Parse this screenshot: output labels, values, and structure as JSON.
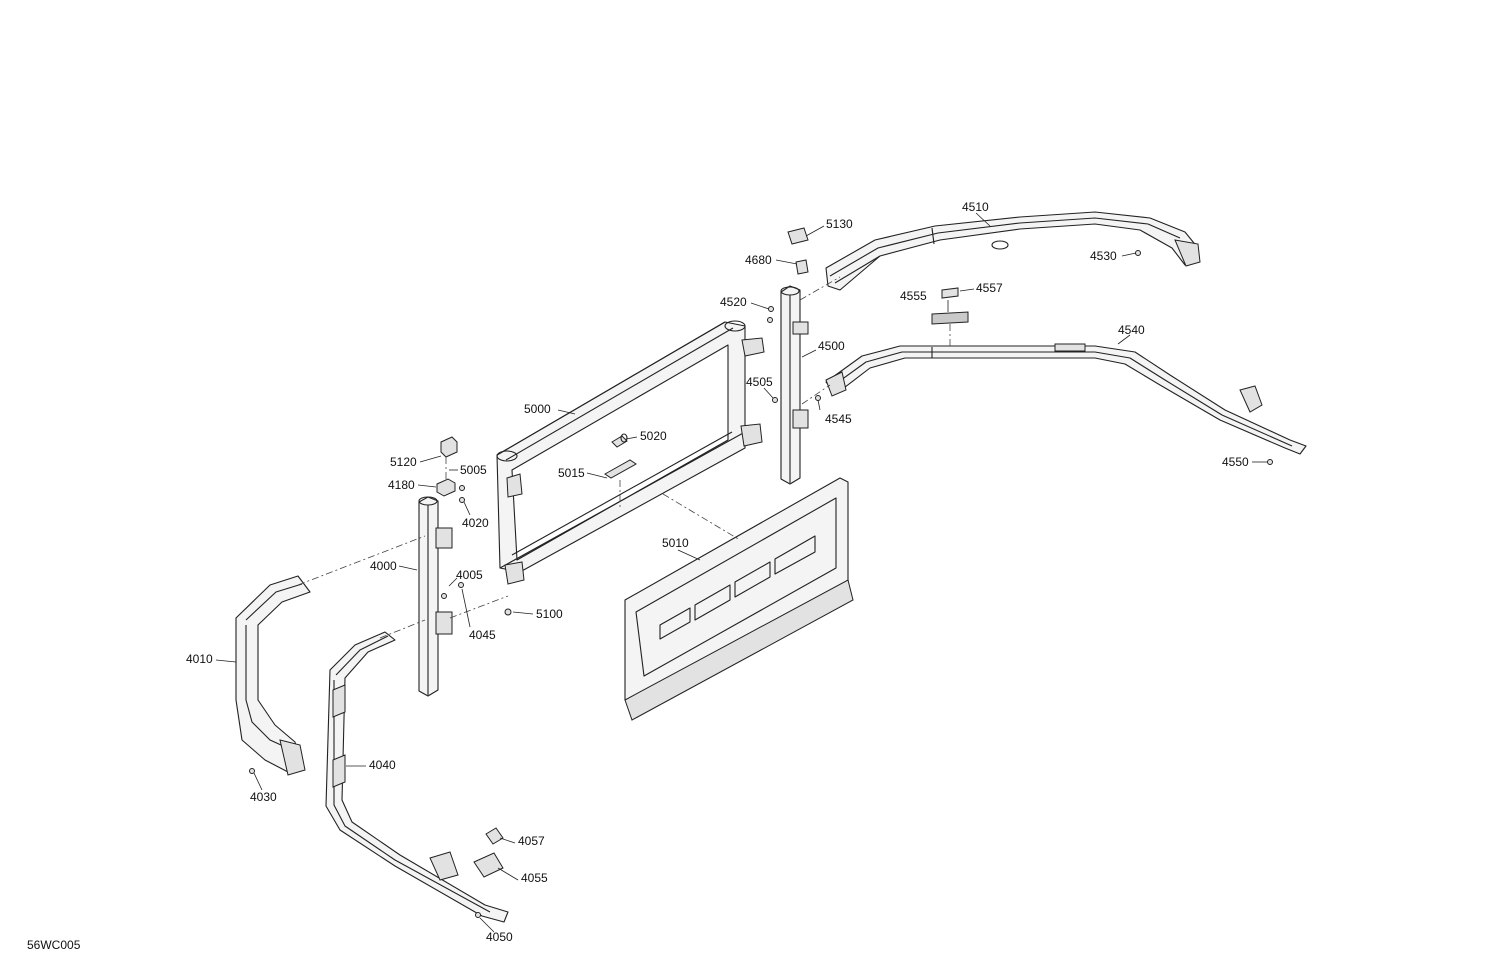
{
  "diagram": {
    "reference_code": "56WC005",
    "callouts": [
      {
        "id": "4510",
        "label": "4510"
      },
      {
        "id": "5130",
        "label": "5130"
      },
      {
        "id": "4680",
        "label": "4680"
      },
      {
        "id": "4530",
        "label": "4530"
      },
      {
        "id": "4557",
        "label": "4557"
      },
      {
        "id": "4555",
        "label": "4555"
      },
      {
        "id": "4520",
        "label": "4520"
      },
      {
        "id": "4540",
        "label": "4540"
      },
      {
        "id": "4500",
        "label": "4500"
      },
      {
        "id": "4505",
        "label": "4505"
      },
      {
        "id": "5000",
        "label": "5000"
      },
      {
        "id": "4545",
        "label": "4545"
      },
      {
        "id": "5020",
        "label": "5020"
      },
      {
        "id": "5120",
        "label": "5120"
      },
      {
        "id": "5005",
        "label": "5005"
      },
      {
        "id": "5015",
        "label": "5015"
      },
      {
        "id": "4550",
        "label": "4550"
      },
      {
        "id": "4180",
        "label": "4180"
      },
      {
        "id": "4020",
        "label": "4020"
      },
      {
        "id": "5010",
        "label": "5010"
      },
      {
        "id": "4000",
        "label": "4000"
      },
      {
        "id": "4005",
        "label": "4005"
      },
      {
        "id": "5100",
        "label": "5100"
      },
      {
        "id": "4045",
        "label": "4045"
      },
      {
        "id": "4010",
        "label": "4010"
      },
      {
        "id": "4040",
        "label": "4040"
      },
      {
        "id": "4030",
        "label": "4030"
      },
      {
        "id": "4057",
        "label": "4057"
      },
      {
        "id": "4055",
        "label": "4055"
      },
      {
        "id": "4050",
        "label": "4050"
      }
    ]
  }
}
